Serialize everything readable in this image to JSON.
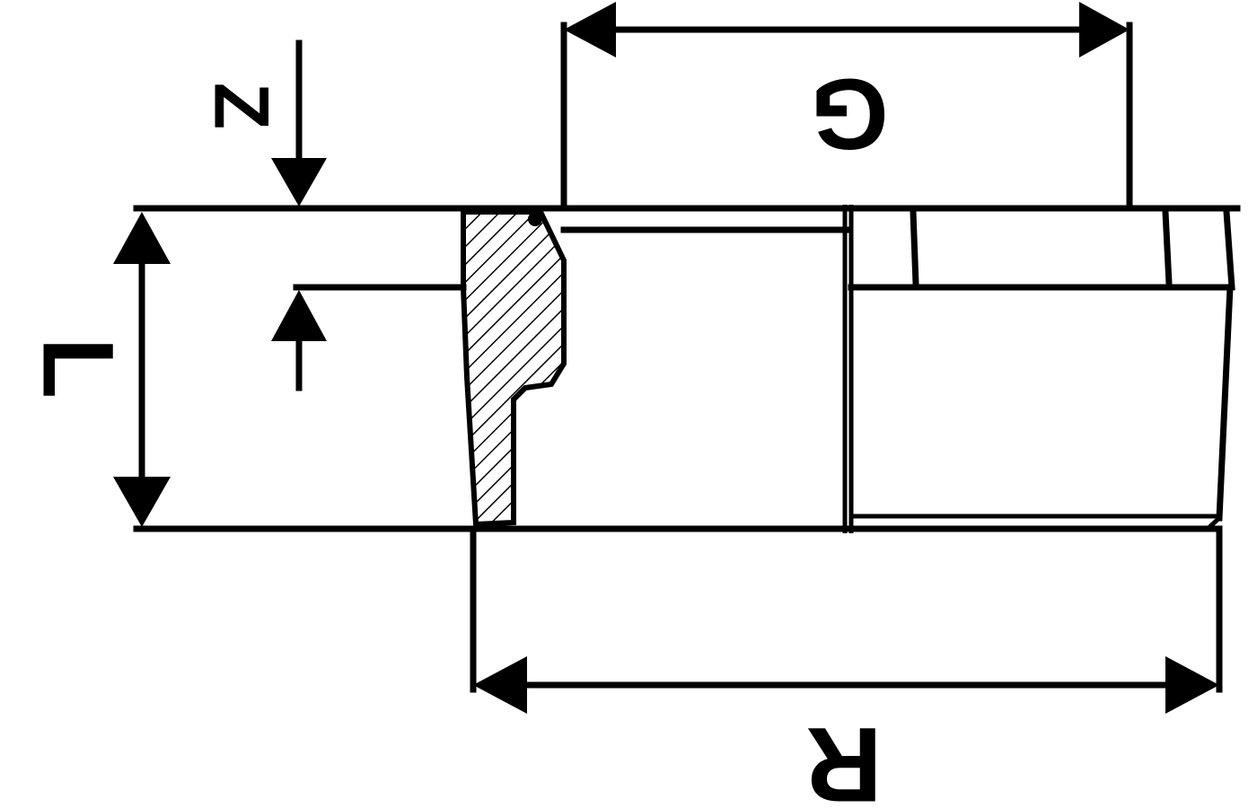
{
  "labels": {
    "g": "G",
    "z": "Z",
    "l": "L",
    "r": "R"
  },
  "colors": {
    "ink": "#000000",
    "paper": "#ffffff"
  }
}
